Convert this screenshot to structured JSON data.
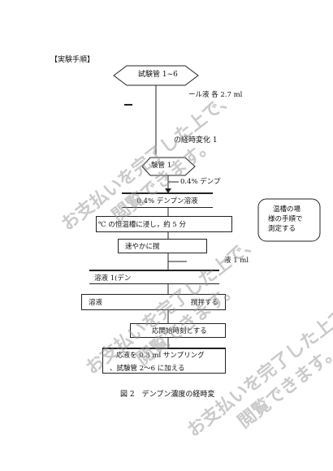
{
  "section_heading": "【実験手順】",
  "steps": {
    "test_tubes": "試験管 1~6",
    "reagent_amount": "ール液 各 2.7 ml",
    "timecourse_title": "の経時変化 1",
    "tube1": "験管 1",
    "starch_add": "0.4% デンプ",
    "starch_solution": "0.4% デンプン溶液",
    "incubate": "℃ の恒温槽に浸し，約 5 分",
    "side_note_1": "温槽の場",
    "side_note_2": "様の手順で",
    "side_note_3": "測定する",
    "stir_quick": "速やかに撹",
    "liquid_1ml": "液 1 ml",
    "solution": "溶液 1(デン",
    "solution_stir_left": "溶液",
    "stir": "撹拌する",
    "start_time": "応開始時刻とする",
    "sampling": "応液を 0.3 ml サンプリング",
    "add_tubes": "、試験管 2～6 に加える"
  },
  "caption": "図 2　デンプン濃度の経時変",
  "watermark": {
    "line1": "お支払いを完了した上で、",
    "line2": "閲覧できます。"
  }
}
